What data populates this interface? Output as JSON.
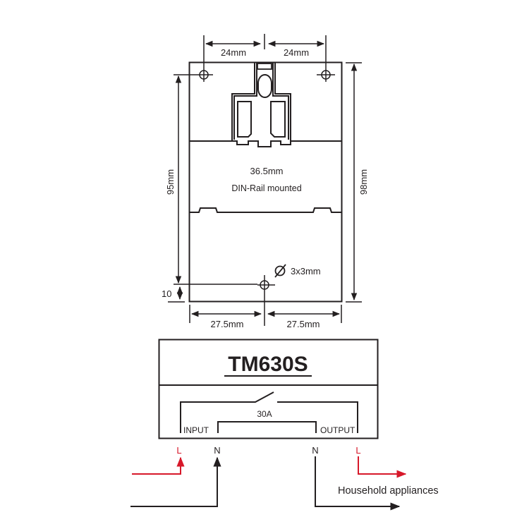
{
  "colors": {
    "line": "#231f20",
    "live_wire": "#d7182a",
    "background": "#ffffff"
  },
  "mechanical_drawing": {
    "top_hole_spacing_left": "24mm",
    "top_hole_spacing_right": "24mm",
    "height_left": "95mm",
    "height_right": "98mm",
    "width_label": "36.5mm",
    "mount_label": "DIN-Rail mounted",
    "hole_size": "3x3mm",
    "hole_symbol": "Ø",
    "bottom_offset": "10",
    "bottom_spacing_left": "27.5mm",
    "bottom_spacing_right": "27.5mm"
  },
  "wiring_diagram": {
    "model": "TM630S",
    "current_rating": "30A",
    "input_label": "INPUT",
    "output_label": "OUTPUT",
    "terminals": {
      "input_live": "L",
      "input_neutral": "N",
      "output_neutral": "N",
      "output_live": "L"
    },
    "load_label": "Household appliances"
  }
}
